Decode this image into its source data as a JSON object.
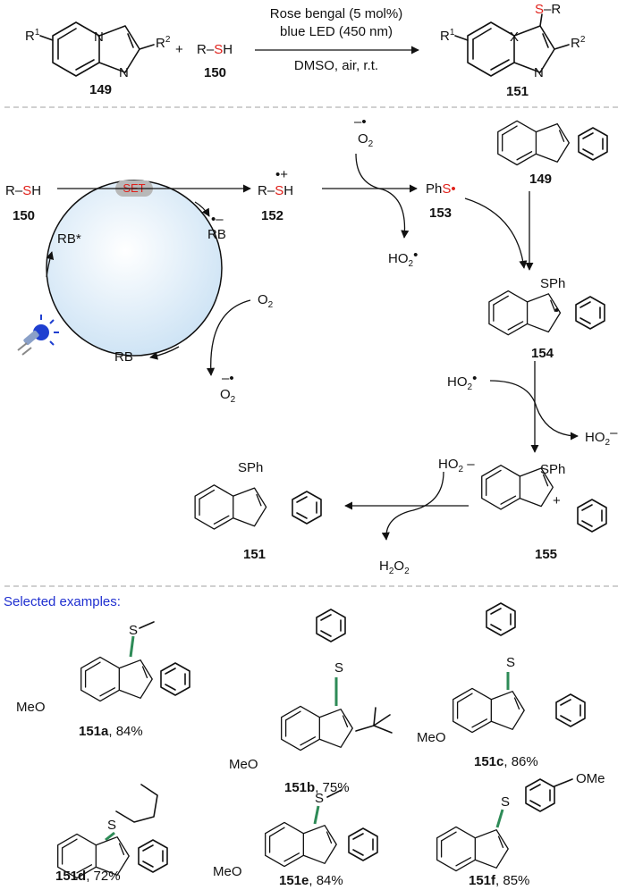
{
  "reaction": {
    "reagent": "R–SH",
    "conditions": [
      "Rose bengal (5 mol%)",
      "blue LED (450 nm)",
      "DMSO, air, r.t."
    ],
    "compounds": {
      "c149": "149",
      "c150": "150",
      "c151": "151"
    },
    "substituents": {
      "r1": "R",
      "r1_sup": "1",
      "r2": "R",
      "r2_sup": "2",
      "x": "X",
      "n": "N",
      "sr": "S–R"
    }
  },
  "mechanism": {
    "set_label": "SET",
    "rsh": "R–SH",
    "radical_cation": "R–SH",
    "rb_excited": "RB*",
    "rb_anion": "RB",
    "rb": "RB",
    "o2": "O",
    "o2_sub": "2",
    "superoxide": "O",
    "ho2_radical": "HO",
    "ho2_anion": "HO",
    "h2o2": "H",
    "phs_radical": "PhS",
    "sph": "SPh",
    "labels": {
      "c150": "150",
      "c152": "152",
      "c153": "153",
      "c149": "149",
      "c154": "154",
      "c155": "155",
      "c151": "151"
    }
  },
  "examples": {
    "header": "Selected examples:",
    "items": [
      {
        "id": "151a",
        "yield": ", 84%"
      },
      {
        "id": "151b",
        "yield": ", 75%"
      },
      {
        "id": "151c",
        "yield": ", 86%"
      },
      {
        "id": "151d",
        "yield": ", 72%"
      },
      {
        "id": "151e",
        "yield": ", 84%"
      },
      {
        "id": "151f",
        "yield": ", 85%"
      }
    ],
    "meo": "MeO",
    "ome": "OMe",
    "s": "S"
  },
  "colors": {
    "sulfur": "#e0201a",
    "bond_highlight": "#2e8b57",
    "header": "#1f2fd0",
    "circle": "#cfe4f5",
    "set_badge": "#b8b8b8"
  }
}
